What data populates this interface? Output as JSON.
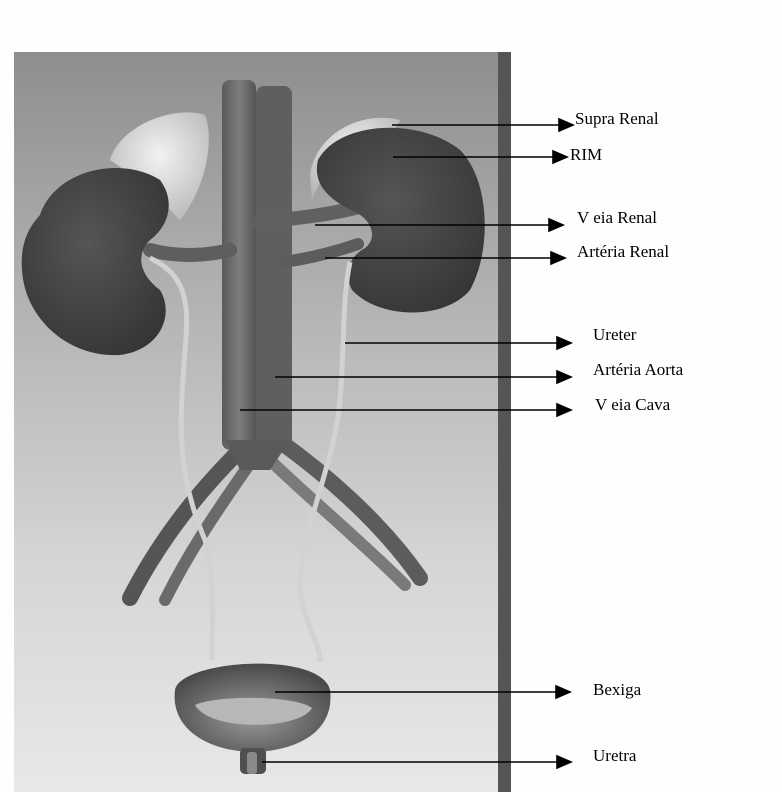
{
  "labels": {
    "supra_renal": "Supra Renal",
    "rim": "RIM",
    "veia_renal": "V eia Renal",
    "arteria_renal": "Artéria Renal",
    "ureter": "Ureter",
    "arteria_aorta": "Artéria Aorta",
    "veia_cava": "V eia Cava",
    "bexiga": "Bexiga",
    "uretra": "Uretra"
  },
  "colors": {
    "background": "#fefefe",
    "photo_top": "#8f8f8f",
    "photo_bottom": "#e6e6e6",
    "border_bar": "#555555",
    "organ_dark": "#3f3f3f",
    "vessel": "#6a6a6a",
    "adrenal": "#d9d9d9",
    "ureter": "#d2d2d2",
    "pointer": "#000000"
  }
}
